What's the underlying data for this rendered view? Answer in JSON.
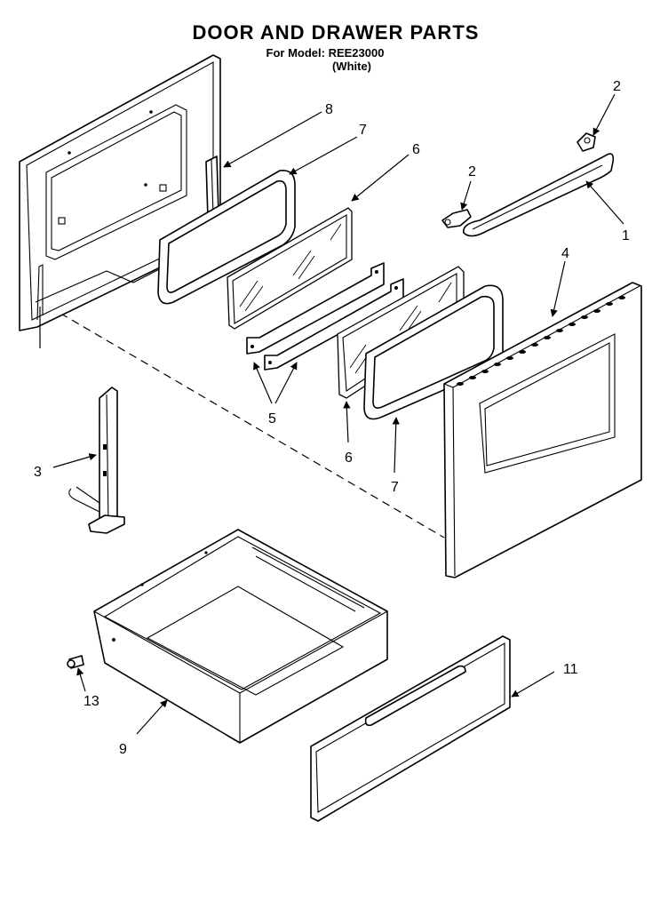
{
  "header": {
    "title": "DOOR AND DRAWER PARTS",
    "model_line": "For Model: REE23000",
    "color_line": "(White)"
  },
  "callouts": {
    "c1": "1",
    "c2a": "2",
    "c2b": "2",
    "c3": "3",
    "c4": "4",
    "c5": "5",
    "c6a": "6",
    "c6b": "6",
    "c7a": "7",
    "c7b": "7",
    "c8": "8",
    "c9": "9",
    "c11": "11",
    "c13": "13"
  }
}
